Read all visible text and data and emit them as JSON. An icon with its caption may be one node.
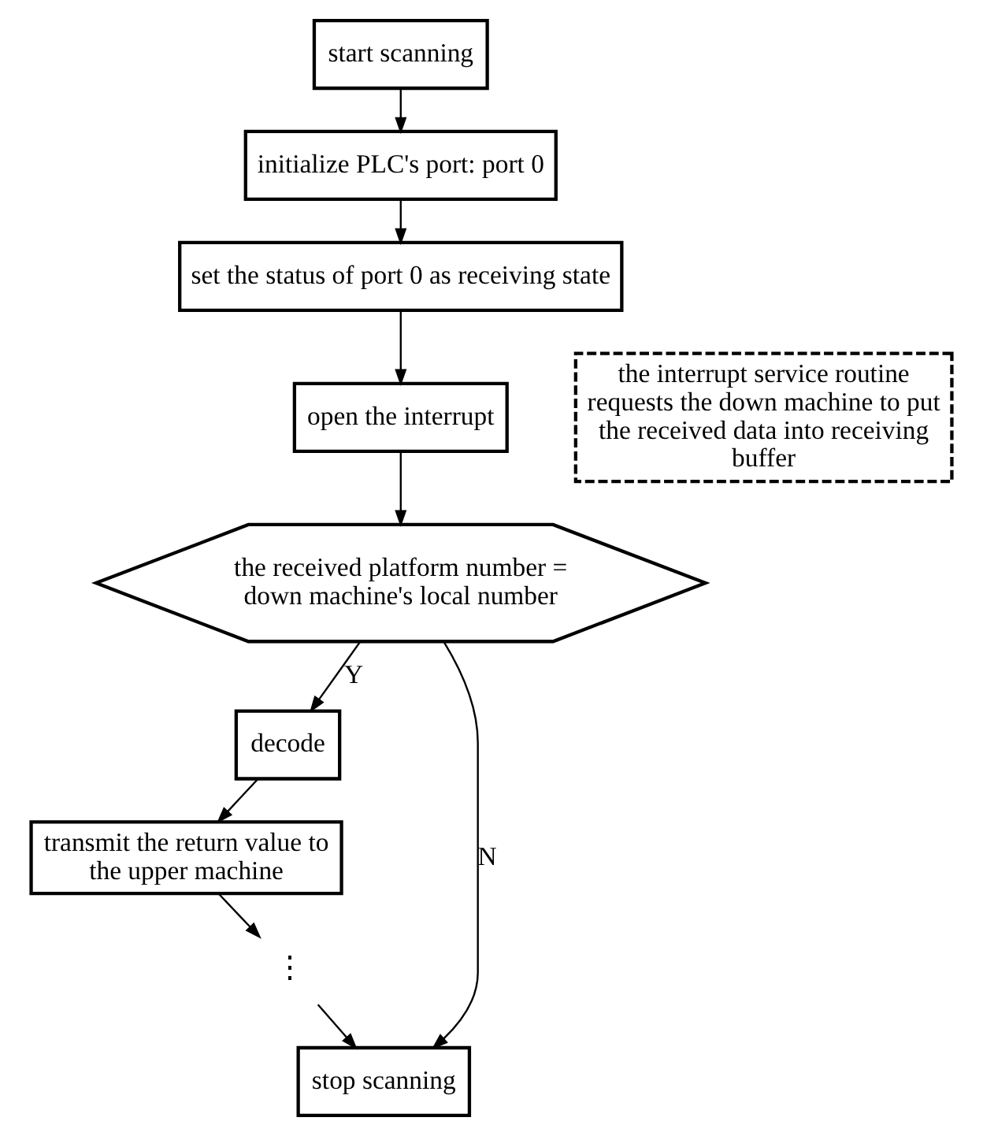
{
  "diagram": {
    "nodes": [
      {
        "text": [
          "start scanning"
        ]
      },
      {
        "text": [
          "initialize PLC's port: port 0"
        ]
      },
      {
        "text": [
          "set the status of port 0 as receiving state"
        ]
      },
      {
        "text": [
          "the interrupt service routine requests the down machine to put the received data into receiving buffer"
        ]
      },
      {
        "text": [
          "open the interrupt"
        ]
      },
      {
        "text": [
          "the received platform number = down machine's local number"
        ]
      },
      {
        "text": [
          "decode"
        ]
      },
      {
        "text": [
          "transmit the return value to the upper machine"
        ]
      },
      {
        "text": [
          "⋮"
        ]
      },
      {
        "text": [
          "stop scanning"
        ]
      }
    ],
    "edges": [
      {
        "from": 0,
        "to": 1,
        "arrow": "to"
      },
      {
        "from": 1,
        "to": 2,
        "arrow": "to"
      },
      {
        "from": 2,
        "to": 4,
        "arrow": "to"
      },
      {
        "from": 4,
        "to": 5,
        "arrow": "to"
      },
      {
        "from": 5,
        "to": 6,
        "arrow": "to",
        "label": "Y"
      },
      {
        "from": 6,
        "to": 7,
        "arrow": "to"
      },
      {
        "from": 7,
        "to": 8,
        "arrow": "to"
      },
      {
        "from": 8,
        "to": 9,
        "arrow": "to"
      },
      {
        "from": 5,
        "to": 9,
        "arrow": "to",
        "label": "N"
      }
    ]
  }
}
